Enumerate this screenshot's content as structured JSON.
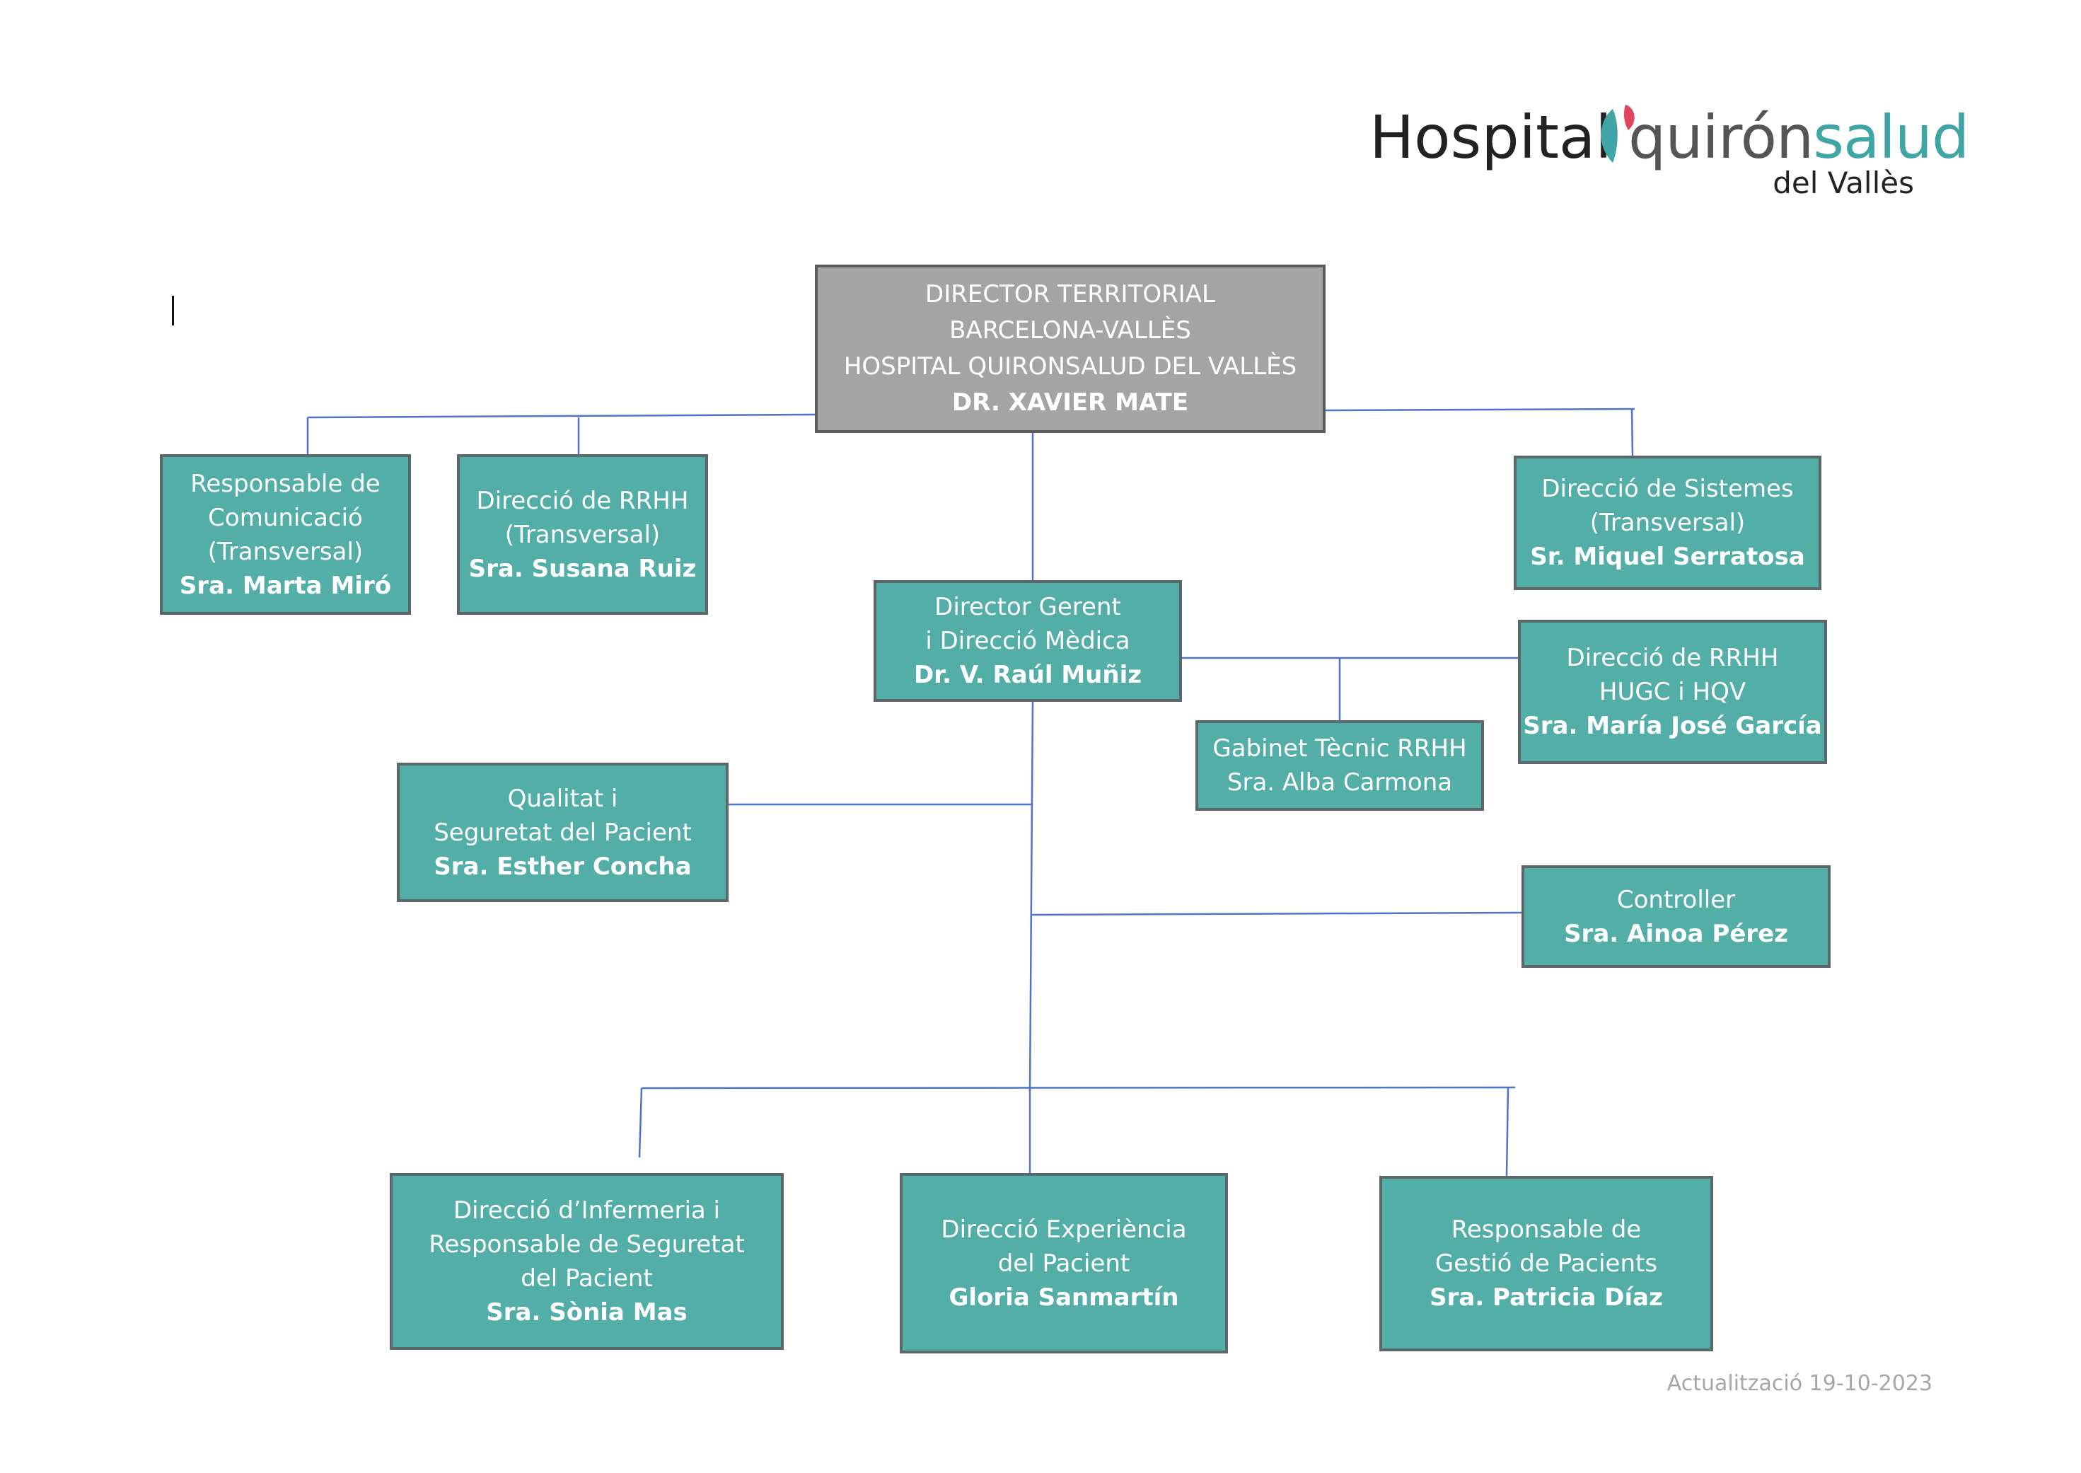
{
  "logo": {
    "hospital": "Hospital",
    "brand_quiron": "quirón",
    "brand_salud": "salud",
    "subtitle": "del Vallès",
    "mark_colors": {
      "leaf": "#3fa5a5",
      "drop": "#e0455e"
    }
  },
  "footer": {
    "update": "Actualització 19-10-2023"
  },
  "colors": {
    "box_fill": "#52aea7",
    "box_border": "#5b6769",
    "top_fill": "#a4a4a4",
    "connector": "#4f74c6"
  },
  "nodes": {
    "director_territorial": {
      "lines": [
        "DIRECTOR TERRITORIAL",
        "BARCELONA-VALLÈS",
        "HOSPITAL QUIRONSALUD DEL VALLÈS"
      ],
      "name": "DR. XAVIER MATE"
    },
    "comunicacio": {
      "lines": [
        "Responsable de",
        "Comunicació",
        "(Transversal)"
      ],
      "name": "Sra. Marta Miró"
    },
    "rrhh_transversal": {
      "lines": [
        "Direcció de RRHH",
        "(Transversal)"
      ],
      "name": "Sra. Susana Ruiz"
    },
    "sistemes": {
      "lines": [
        "Direcció de Sistemes",
        "(Transversal)"
      ],
      "name": "Sr. Miquel Serratosa"
    },
    "director_gerent": {
      "lines": [
        "Director Gerent",
        "i Direcció Mèdica"
      ],
      "name": "Dr. V. Raúl Muñiz"
    },
    "rrhh_hugc": {
      "lines": [
        "Direcció de RRHH",
        "HUGC i HQV"
      ],
      "name": "Sra. María José García"
    },
    "gabinet": {
      "lines": [
        "Gabinet Tècnic RRHH",
        "Sra. Alba Carmona"
      ],
      "name": ""
    },
    "qualitat": {
      "lines": [
        "Qualitat i",
        "Seguretat del Pacient"
      ],
      "name": "Sra. Esther Concha"
    },
    "controller": {
      "lines": [
        "Controller"
      ],
      "name": "Sra. Ainoa Pérez"
    },
    "infermeria": {
      "lines": [
        "Direcció d’Infermeria i",
        "Responsable de Seguretat",
        "del Pacient"
      ],
      "name": "Sra. Sònia Mas"
    },
    "experiencia": {
      "lines": [
        "Direcció Experiència",
        "del Pacient"
      ],
      "name": "Gloria Sanmartín"
    },
    "gestio": {
      "lines": [
        "Responsable  de",
        "Gestió de Pacients"
      ],
      "name": "Sra. Patricia Díaz"
    }
  }
}
